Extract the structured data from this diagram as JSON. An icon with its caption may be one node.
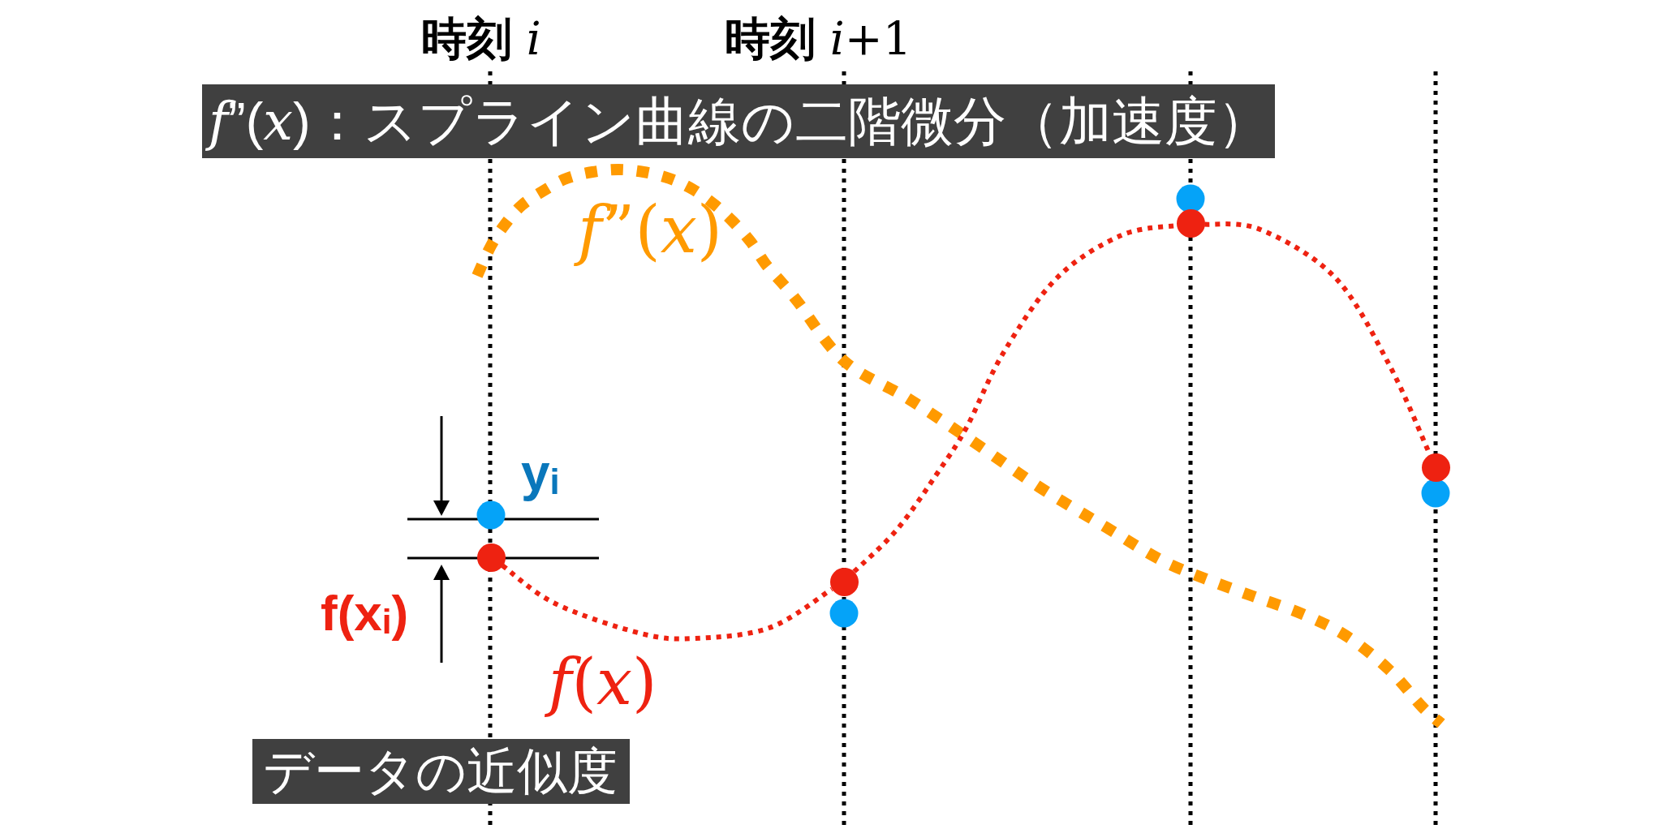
{
  "diagram": {
    "nodes": [
      {
        "text": [
          "*f*”(*x*)：スプライン曲線の二階微分（加速度）"
        ]
      },
      {
        "text": [],
        "shape": "circle"
      },
      {
        "text": [],
        "shape": "circle"
      },
      {
        "text": [],
        "shape": "circle"
      },
      {
        "text": [],
        "shape": "circle"
      },
      {
        "text": [
          "データの近似度"
        ]
      }
    ],
    "edges": [
      {
        "from": 1,
        "to": 2,
        "arrow": "none",
        "style": "dashed"
      },
      {
        "from": 2,
        "to": 3,
        "arrow": "none",
        "style": "dashed"
      },
      {
        "from": 3,
        "to": 4,
        "arrow": "none",
        "style": "dashed"
      }
    ],
    "labels": [
      "**時刻** *i*",
      "**時刻** *i*+1",
      "*f*”(*x*)",
      "y$_{i}$",
      "f(x$_{i}$)",
      "*f*(*x*)"
    ]
  }
}
